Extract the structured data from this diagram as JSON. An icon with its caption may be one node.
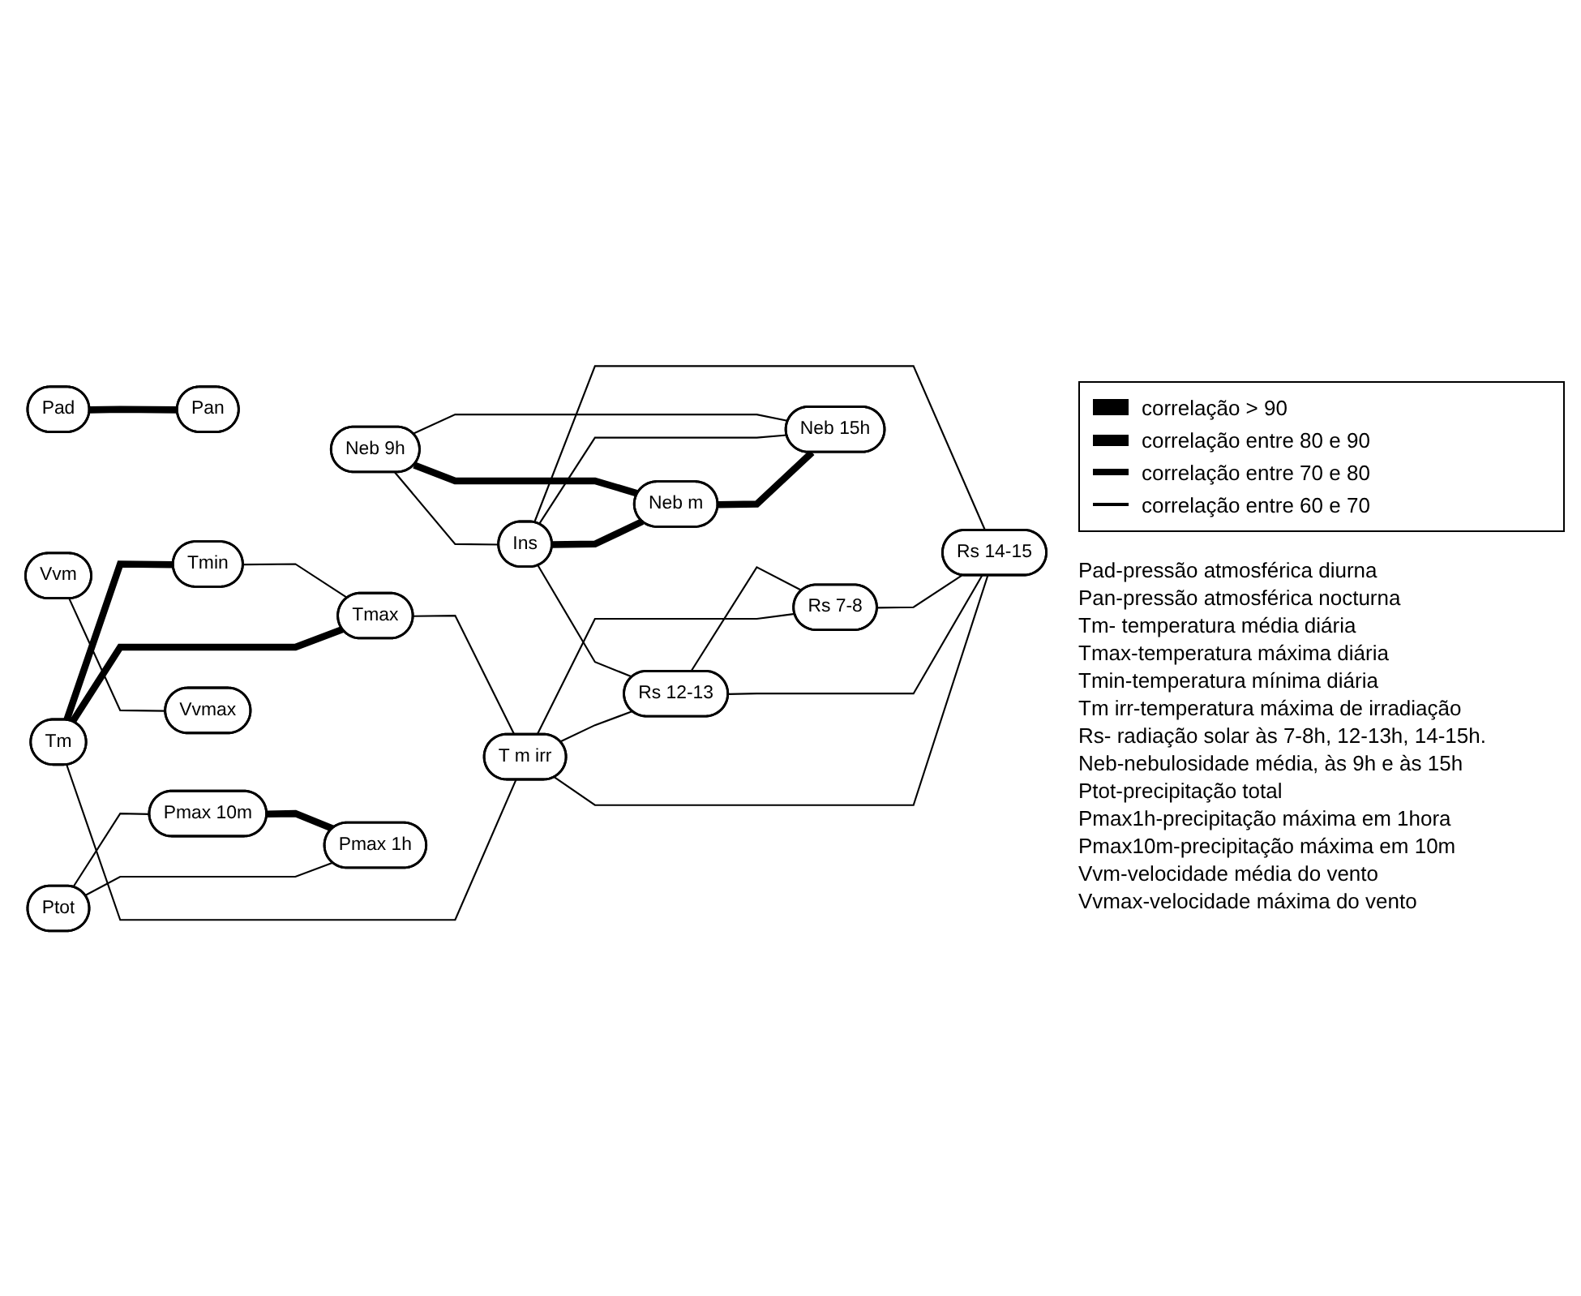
{
  "diagram": {
    "nodes": [
      {
        "text": [
          "Pad"
        ]
      },
      {
        "text": [
          "Pan"
        ]
      },
      {
        "text": [
          "Tm"
        ]
      },
      {
        "text": [
          "Tmax"
        ]
      },
      {
        "text": [
          "Tmin"
        ]
      },
      {
        "text": [
          "T m irr"
        ]
      },
      {
        "text": [
          "Rs 12-13"
        ]
      },
      {
        "text": [
          "Rs 7-8"
        ]
      },
      {
        "text": [
          "Rs 14-15"
        ]
      },
      {
        "text": [
          "Ins"
        ]
      },
      {
        "text": [
          "Neb 9h"
        ]
      },
      {
        "text": [
          "Neb m"
        ]
      },
      {
        "text": [
          "Neb 15h"
        ]
      },
      {
        "text": [
          "Ptot"
        ]
      },
      {
        "text": [
          "Pmax 10m"
        ]
      },
      {
        "text": [
          "Pmax 1h"
        ]
      },
      {
        "text": [
          "Vvm"
        ]
      },
      {
        "text": [
          "Vvmax"
        ]
      }
    ],
    "edges": [
      {
        "from": 0,
        "to": 1,
        "arrow": "none",
        "style": "thick"
      },
      {
        "from": 2,
        "to": 3,
        "arrow": "none",
        "style": "thick"
      },
      {
        "from": 2,
        "to": 4,
        "arrow": "none",
        "style": "thick"
      },
      {
        "from": 2,
        "to": 5,
        "arrow": "none"
      },
      {
        "from": 4,
        "to": 3,
        "arrow": "none"
      },
      {
        "from": 3,
        "to": 5,
        "arrow": "none"
      },
      {
        "from": 5,
        "to": 6,
        "arrow": "none"
      },
      {
        "from": 5,
        "to": 7,
        "arrow": "none"
      },
      {
        "from": 5,
        "to": 8,
        "arrow": "none"
      },
      {
        "from": 6,
        "to": 7,
        "arrow": "none"
      },
      {
        "from": 6,
        "to": 8,
        "arrow": "none"
      },
      {
        "from": 7,
        "to": 8,
        "arrow": "none"
      },
      {
        "from": 9,
        "to": 6,
        "arrow": "none"
      },
      {
        "from": 9,
        "to": 8,
        "arrow": "none"
      },
      {
        "from": 10,
        "to": 9,
        "arrow": "none"
      },
      {
        "from": 9,
        "to": 11,
        "arrow": "none",
        "style": "thick"
      },
      {
        "from": 10,
        "to": 11,
        "arrow": "none",
        "style": "thick"
      },
      {
        "from": 11,
        "to": 12,
        "arrow": "none",
        "style": "thick"
      },
      {
        "from": 9,
        "to": 12,
        "arrow": "none"
      },
      {
        "from": 10,
        "to": 12,
        "arrow": "none"
      },
      {
        "from": 13,
        "to": 14,
        "arrow": "none"
      },
      {
        "from": 13,
        "to": 15,
        "arrow": "none"
      },
      {
        "from": 14,
        "to": 15,
        "arrow": "none",
        "style": "thick"
      },
      {
        "from": 16,
        "to": 17,
        "arrow": "none"
      }
    ],
    "labels": [
      "Pad-pressão atmosférica diurna",
      "Pan-pressão atmosférica nocturna",
      "Tm- temperatura média diária",
      "Tmax-temperatura máxima diária",
      "Tmin-temperatura mínima diária",
      "Tm irr-temperatura máxima de irradiação",
      "Rs- radiação solar às 7-8h, 12-13h, 14-15h.",
      "Neb-nebulosidade média, às 9h e às 15h",
      "Ptot-precipitação total",
      "Pmax1h-precipitação máxima em 1hora",
      "Pmax10m-precipitação máxima em 10m",
      "Vvm-velocidade média do vento",
      "Vvmax-velocidade máxima do vento"
    ],
    "legend": [
      {
        "text": "correlação > 90"
      },
      {
        "text": "correlação entre 80 e 90"
      },
      {
        "text": "correlação entre 70 e 80"
      },
      {
        "text": "correlação entre 60 e 70"
      }
    ]
  }
}
